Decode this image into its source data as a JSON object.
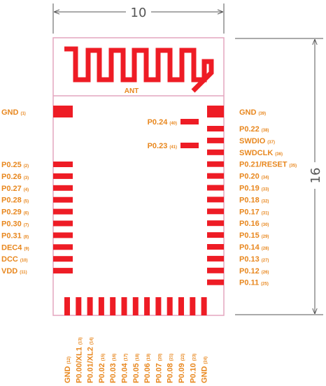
{
  "colors": {
    "pad": "#ee1c25",
    "label": "#e8871e",
    "outline": "#e4a6bf",
    "dim": "#555555"
  },
  "dimensions": {
    "width": "10",
    "height": "16"
  },
  "antenna_label": "ANT",
  "left_pins": [
    {
      "name": "GND",
      "num": "(1)"
    },
    {
      "name": "P0.25",
      "num": "(2)"
    },
    {
      "name": "P0.26",
      "num": "(3)"
    },
    {
      "name": "P0.27",
      "num": "(4)"
    },
    {
      "name": "P0.28",
      "num": "(5)"
    },
    {
      "name": "P0.29",
      "num": "(6)"
    },
    {
      "name": "P0.30",
      "num": "(7)"
    },
    {
      "name": "P0.31",
      "num": "(8)"
    },
    {
      "name": "DEC4",
      "num": "(9)"
    },
    {
      "name": "DCC",
      "num": "(10)"
    },
    {
      "name": "VDD",
      "num": "(11)"
    }
  ],
  "right_pins": [
    {
      "name": "GND",
      "num": "(39)"
    },
    {
      "name": "P0.22",
      "num": "(38)"
    },
    {
      "name": "SWDIO",
      "num": "(37)"
    },
    {
      "name": "SWDCLK",
      "num": "(36)"
    },
    {
      "name": "P0.21/RESET",
      "num": "(35)"
    },
    {
      "name": "P0.20",
      "num": "(34)"
    },
    {
      "name": "P0.19",
      "num": "(33)"
    },
    {
      "name": "P0.18",
      "num": "(32)"
    },
    {
      "name": "P0.17",
      "num": "(31)"
    },
    {
      "name": "P0.16",
      "num": "(30)"
    },
    {
      "name": "P0.15",
      "num": "(29)"
    },
    {
      "name": "P0.14",
      "num": "(28)"
    },
    {
      "name": "P0.13",
      "num": "(27)"
    },
    {
      "name": "P0.12",
      "num": "(26)"
    },
    {
      "name": "P0.11",
      "num": "(25)"
    }
  ],
  "inner_pins": [
    {
      "name": "P0.24",
      "num": "(40)"
    },
    {
      "name": "P0.23",
      "num": "(41)"
    }
  ],
  "bottom_pins": [
    {
      "name": "GND",
      "num": "(12)"
    },
    {
      "name": "P0.00/XL1",
      "num": "(13)"
    },
    {
      "name": "P0.01/XL2",
      "num": "(14)"
    },
    {
      "name": "P0.02",
      "num": "(15)"
    },
    {
      "name": "P0.03",
      "num": "(16)"
    },
    {
      "name": "P0.04",
      "num": "(17)"
    },
    {
      "name": "P0.05",
      "num": "(18)"
    },
    {
      "name": "P0.06",
      "num": "(19)"
    },
    {
      "name": "P0.07",
      "num": "(20)"
    },
    {
      "name": "P0.08",
      "num": "(21)"
    },
    {
      "name": "P0.09",
      "num": "(22)"
    },
    {
      "name": "P0.10",
      "num": "(23)"
    },
    {
      "name": "GND",
      "num": "(24)"
    }
  ]
}
